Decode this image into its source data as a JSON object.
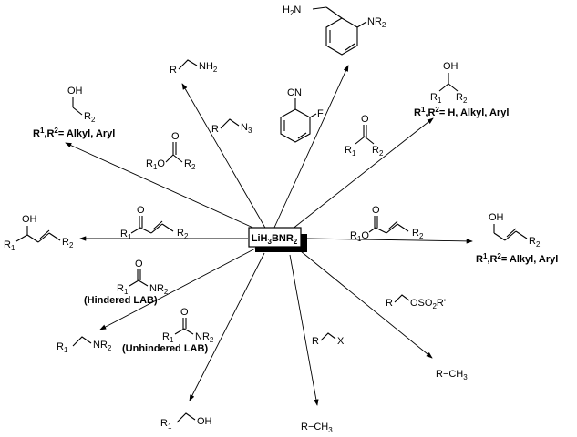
{
  "center": {
    "reagent": "LiH3BNR2"
  },
  "labels": {
    "top_left_product": "R1,R2= Alkyl, Aryl",
    "top_right_product": "R1,R2= H, Alkyl, Aryl",
    "right_product": "R1,R2= Alkyl, Aryl",
    "hindered_lab": "(Hindered LAB)",
    "unhindered_lab": "(Unhindered LAB)"
  },
  "fragments": {
    "amine": "NH2",
    "azide": "N3",
    "nitrile": "CN",
    "fluoro": "F",
    "h2n": "H2N",
    "nr2": "NR2",
    "oh": "OH",
    "r1": "R1",
    "r2": "R2",
    "r": "R",
    "x": "X",
    "osos": "OSO2R'",
    "rch3": "R−CH3"
  }
}
